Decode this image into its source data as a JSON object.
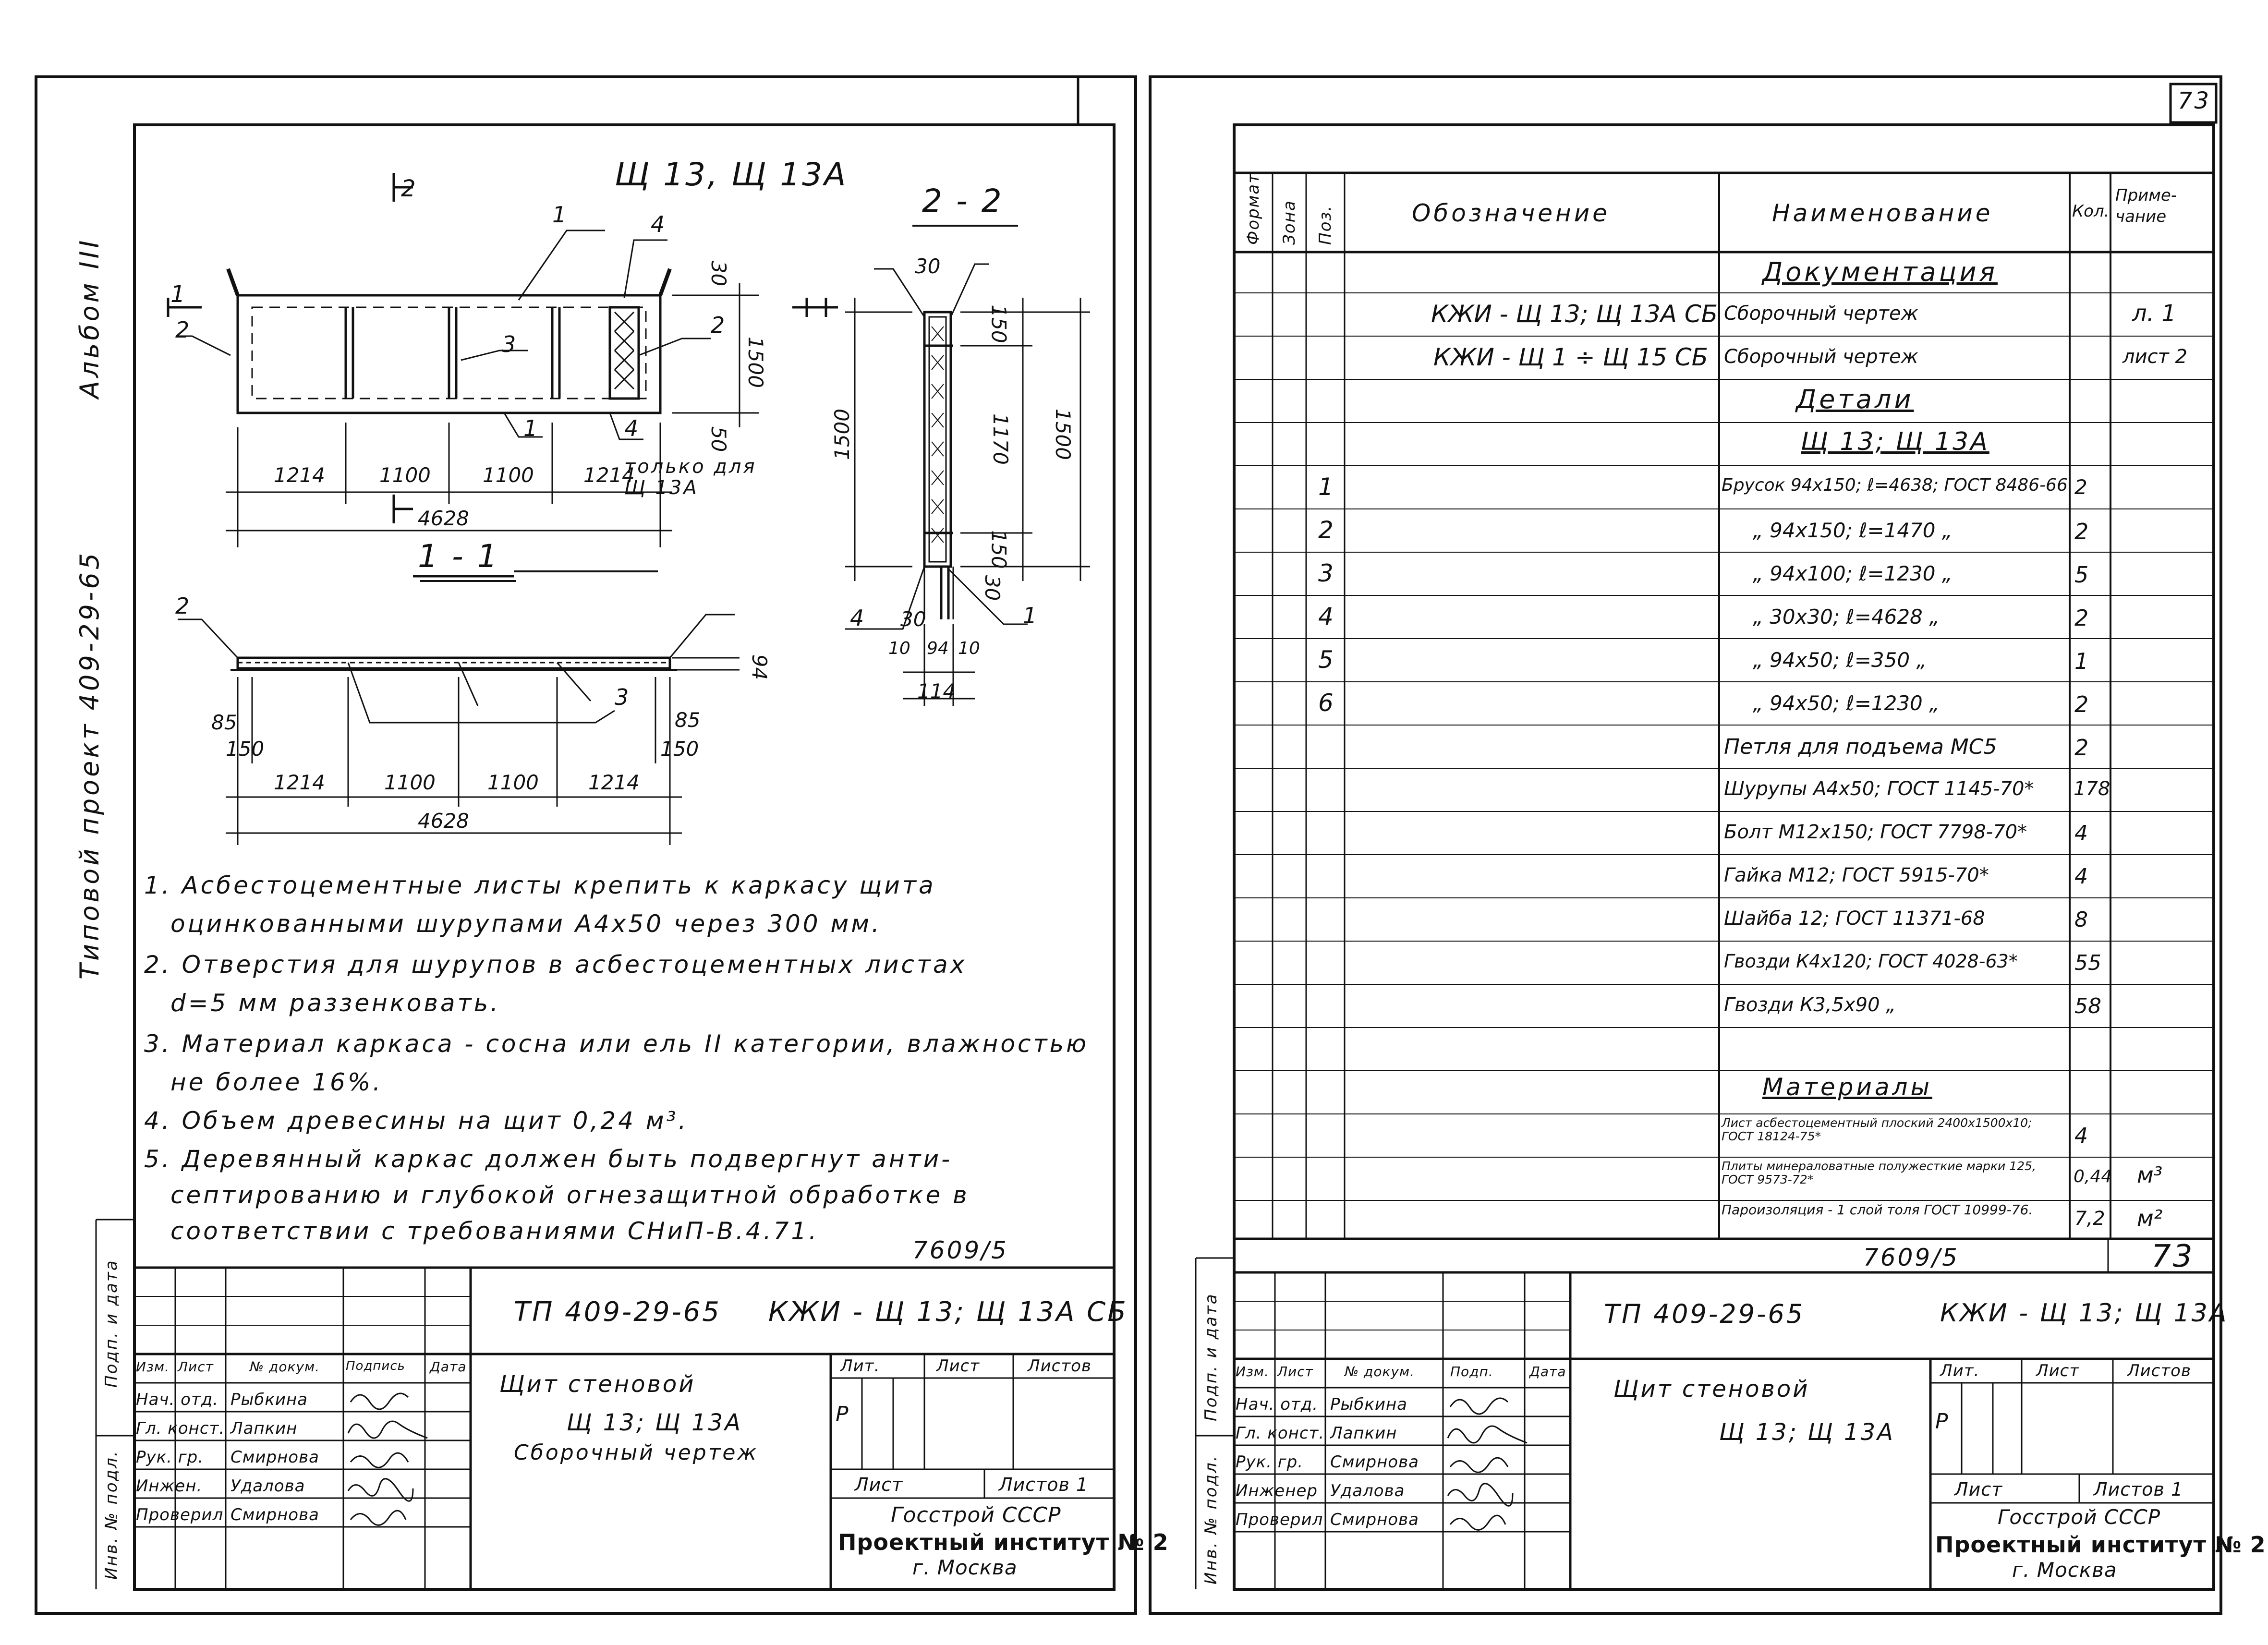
{
  "page_number": "73",
  "side_label": {
    "album": "Альбом III",
    "project": "Типовой проект 409-29-65"
  },
  "drawing": {
    "title": "Щ 13, Щ 13А",
    "section_22": "2 - 2",
    "section_11": "1 - 1",
    "cut_mark_2": "2",
    "cut_mark_1": "1",
    "only_for": "только для Щ 13А",
    "dims_plan": [
      "1214",
      "1100",
      "1100",
      "1214"
    ],
    "dim_total": "4628",
    "dim_30": "30",
    "dim_1500": "1500",
    "dim_50": "50",
    "dims_11": [
      "1214",
      "1100",
      "1100",
      "1214"
    ],
    "dims_11_side": [
      "85",
      "150",
      "85",
      "150",
      "94"
    ],
    "dims_22": [
      "30",
      "150",
      "1170",
      "150",
      "30",
      "1500",
      "1500",
      "30",
      "10",
      "94",
      "10",
      "114"
    ],
    "pos_labels": [
      "1",
      "2",
      "3",
      "4",
      "1",
      "4",
      "2",
      "2",
      "3",
      "4",
      "1"
    ]
  },
  "notes": [
    "1. Асбестоцементные листы крепить к каркасу щита",
    "оцинкованными шурупами А4х50 через 300 мм.",
    "2. Отверстия для шурупов в асбестоцементных листах",
    "d=5 мм раззенковать.",
    "3. Материал каркаса - сосна или ель II категории, влажностью",
    "не более 16%.",
    "4. Объем древесины на щит 0,24 м³.",
    "5. Деревянный каркас должен быть подвергнут анти-",
    "септированию и глубокой огнезащитной обработке в",
    "соответствии с требованиями СНиП-В.4.71."
  ],
  "left_stamp": {
    "code": "7609/5",
    "project": "ТП 409-29-65",
    "designation": "КЖИ - Щ 13; Щ 13А СБ",
    "title1": "Щит стеновой",
    "title2": "Щ 13; Щ 13А",
    "title3": "Сборочный чертеж",
    "stage": "Р",
    "col_heads": [
      "Изм.",
      "Лист",
      "№ докум.",
      "Подпись",
      "Дата"
    ],
    "rows": [
      {
        "role": "Нач. отд.",
        "name": "Рыбкина"
      },
      {
        "role": "Гл. конст.",
        "name": "Лапкин"
      },
      {
        "role": "Рук. гр.",
        "name": "Смирнова"
      },
      {
        "role": "Инжен.",
        "name": "Удалова"
      },
      {
        "role": "Проверил",
        "name": "Смирнова"
      }
    ],
    "lit": "Лит.",
    "sheet": "Лист",
    "sheets": "Листов",
    "sheet_row": "Лист",
    "sheets_row": "Листов 1",
    "org1": "Госстрой СССР",
    "org2": "Проектный институт № 2",
    "org3": "г. Москва",
    "side1": "Подп. и дата",
    "side2": "Инв. № подл."
  },
  "spec": {
    "headers": {
      "format": "Формат",
      "zone": "Зона",
      "pos": "Поз.",
      "designation": "Обозначение",
      "name": "Наименование",
      "qty": "Кол.",
      "note": "Приме- чание"
    },
    "sections": {
      "docs": "Документация",
      "details": "Детали",
      "subtitle": "Щ 13; Щ 13А",
      "materials": "Материалы"
    },
    "doc_rows": [
      {
        "designation": "КЖИ - Щ 13; Щ 13А СБ",
        "name": "Сборочный чертеж",
        "note": "л. 1"
      },
      {
        "designation": "КЖИ - Щ 1 ÷ Щ 15 СБ",
        "name": "Сборочный чертеж",
        "note": "лист 2"
      }
    ],
    "detail_rows": [
      {
        "pos": "1",
        "name": "Брусок 94х150; ℓ=4638; ГОСТ 8486-66",
        "qty": "2"
      },
      {
        "pos": "2",
        "name": "„ 94х150; ℓ=1470 „",
        "qty": "2"
      },
      {
        "pos": "3",
        "name": "„ 94х100; ℓ=1230 „",
        "qty": "5"
      },
      {
        "pos": "4",
        "name": "„ 30х30; ℓ=4628 „",
        "qty": "2"
      },
      {
        "pos": "5",
        "name": "„ 94х50; ℓ=350 „",
        "qty": "1"
      },
      {
        "pos": "6",
        "name": "„ 94х50; ℓ=1230 „",
        "qty": "2"
      }
    ],
    "other_rows": [
      {
        "name": "Петля для подъема МС5",
        "qty": "2"
      },
      {
        "name": "Шурупы А4х50; ГОСТ 1145-70*",
        "qty": "178"
      },
      {
        "name": "Болт М12х150; ГОСТ 7798-70*",
        "qty": "4"
      },
      {
        "name": "Гайка М12; ГОСТ 5915-70*",
        "qty": "4"
      },
      {
        "name": "Шайба 12; ГОСТ 11371-68",
        "qty": "8"
      },
      {
        "name": "Гвозди К4х120; ГОСТ 4028-63*",
        "qty": "55"
      },
      {
        "name": "Гвозди К3,5х90 „",
        "qty": "58"
      }
    ],
    "material_rows": [
      {
        "name": "Лист асбестоцементный плоский 2400х1500х10; ГОСТ 18124-75*",
        "qty": "4",
        "note": ""
      },
      {
        "name": "Плиты минераловатные полужесткие марки 125, ГОСТ 9573-72*",
        "qty": "0,44",
        "note": "м³"
      },
      {
        "name": "Пароизоляция - 1 слой толя ГОСТ 10999-76.",
        "qty": "7,2",
        "note": "м²"
      }
    ]
  },
  "right_stamp": {
    "code": "7609/5",
    "sheet_no": "73",
    "project": "ТП 409-29-65",
    "designation": "КЖИ - Щ 13; Щ 13А",
    "title1": "Щит стеновой",
    "title2": "Щ 13; Щ 13А",
    "stage": "Р",
    "col_heads": [
      "Изм.",
      "Лист",
      "№ докум.",
      "Подп.",
      "Дата"
    ],
    "rows": [
      {
        "role": "Нач. отд.",
        "name": "Рыбкина"
      },
      {
        "role": "Гл. конст.",
        "name": "Лапкин"
      },
      {
        "role": "Рук. гр.",
        "name": "Смирнова"
      },
      {
        "role": "Инженер",
        "name": "Удалова"
      },
      {
        "role": "Проверил",
        "name": "Смирнова"
      }
    ],
    "lit": "Лит.",
    "sheet": "Лист",
    "sheets": "Листов",
    "sheet_row": "Лист",
    "sheets_row": "Листов 1",
    "org1": "Госстрой СССР",
    "org2": "Проектный институт № 2",
    "org3": "г. Москва",
    "side1": "Подп. и дата",
    "side2": "Инв. № подл."
  }
}
